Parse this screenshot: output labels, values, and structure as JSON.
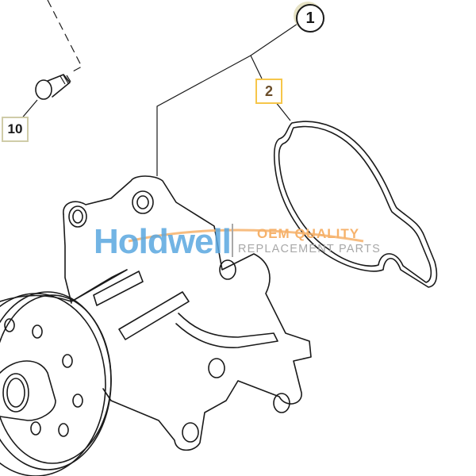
{
  "diagram": {
    "type": "exploded-parts-diagram",
    "subject": "water pump assembly",
    "callouts": [
      {
        "id": "1",
        "label": "1",
        "style": "circle",
        "points_to": "water pump assembly"
      },
      {
        "id": "2",
        "label": "2",
        "style": "square-highlighted",
        "points_to": "gasket"
      },
      {
        "id": "10",
        "label": "10",
        "style": "square",
        "points_to": "bolt"
      }
    ],
    "parts": [
      "bolt",
      "gasket",
      "water pump body",
      "pulley flange",
      "mounting bosses"
    ]
  },
  "watermark": {
    "brand": "Holdwell",
    "tagline_1": "OEM QUALITY",
    "tagline_2": "REPLACEMENT PARTS",
    "colors": {
      "brand": "#5aa7e0",
      "accent": "#f6b26b",
      "tagline": "#a8a8a8"
    }
  }
}
